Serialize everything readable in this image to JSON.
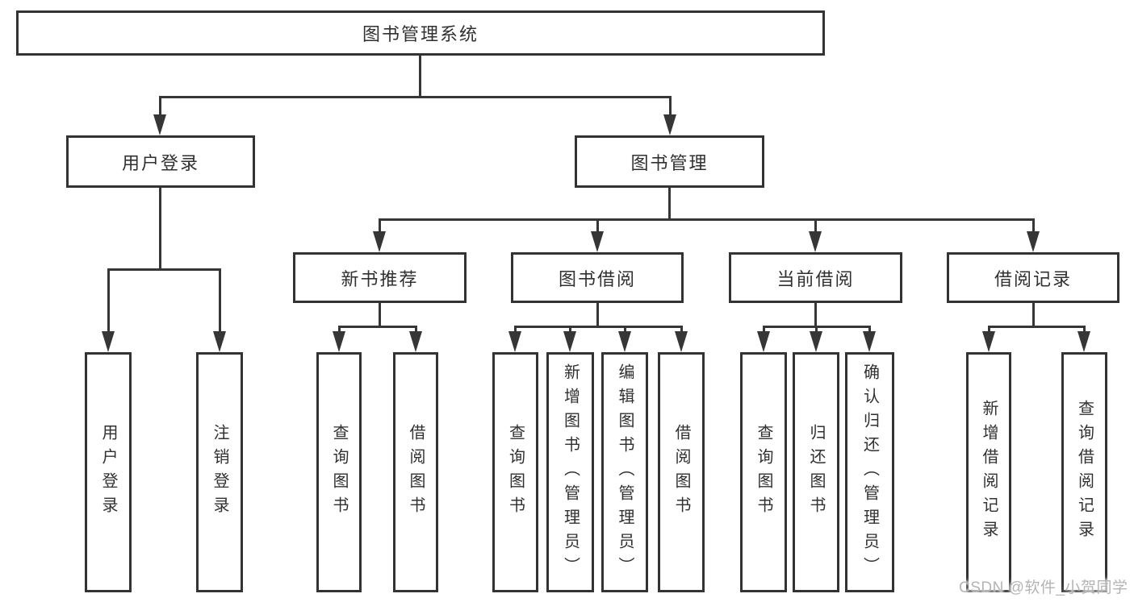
{
  "tree": {
    "label": "图书管理系统",
    "children": [
      {
        "label": "用户登录",
        "children": [
          {
            "label": "用户登录"
          },
          {
            "label": "注销登录"
          }
        ]
      },
      {
        "label": "图书管理",
        "children": [
          {
            "label": "新书推荐",
            "children": [
              {
                "label": "查询图书"
              },
              {
                "label": "借阅图书"
              }
            ]
          },
          {
            "label": "图书借阅",
            "children": [
              {
                "label": "查询图书"
              },
              {
                "label": "新增图书（管理员）"
              },
              {
                "label": "编辑图书（管理员）"
              },
              {
                "label": "借阅图书"
              }
            ]
          },
          {
            "label": "当前借阅",
            "children": [
              {
                "label": "查询图书"
              },
              {
                "label": "归还图书"
              },
              {
                "label": "确认归还（管理员）"
              }
            ]
          },
          {
            "label": "借阅记录",
            "children": [
              {
                "label": "新增借阅记录"
              },
              {
                "label": "查询借阅记录"
              }
            ]
          }
        ]
      }
    ]
  },
  "watermark": "CSDN @软件_小贺同学",
  "colors": {
    "line": "#363636",
    "box_border": "#333333",
    "text": "#303030",
    "watermark": "#b4b4b4",
    "background": "#ffffff"
  }
}
